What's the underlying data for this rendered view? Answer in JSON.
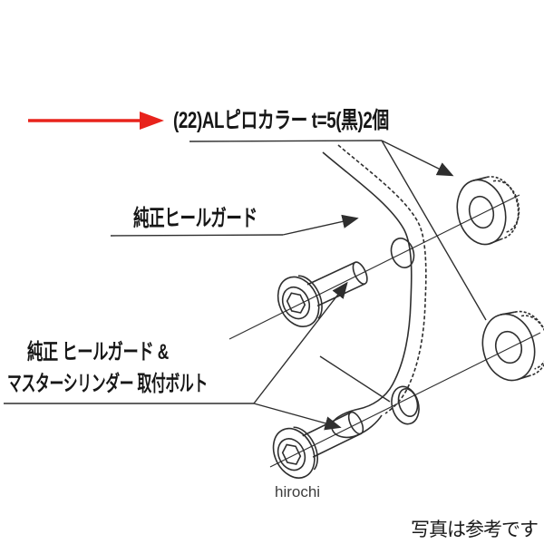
{
  "image": {
    "background": "#ffffff",
    "type": "parts-diagram"
  },
  "colors": {
    "line": "#2e2e2e",
    "highlight_arrow": "#e8231c",
    "label_text": "#161616",
    "watermark_text": "#3d3d3d"
  },
  "labels": {
    "part": "(22)ALピロカラー t=5(黒)2個",
    "heel_guard": "純正ヒールガード",
    "bolt_line1": "純正 ヒールガード &",
    "bolt_line2": "マスターシリンダー 取付ボルト",
    "watermark": "hirochi",
    "disclaimer": "写真は参考です"
  },
  "diagram": {
    "parts": [
      "heel-guard-bracket",
      "socket-bolt-upper",
      "socket-bolt-lower",
      "pillow-collar-upper",
      "pillow-collar-lower"
    ],
    "icons": [
      "red-highlight-arrow-icon",
      "leader-arrowheads"
    ]
  }
}
